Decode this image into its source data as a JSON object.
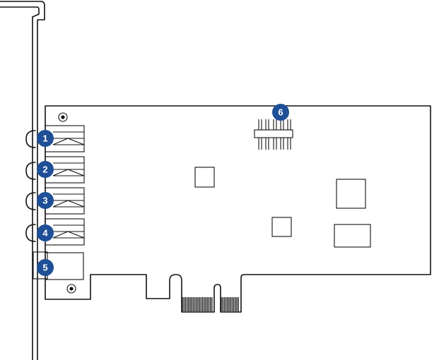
{
  "diagram": {
    "callouts": [
      {
        "id": "1",
        "label": "1"
      },
      {
        "id": "2",
        "label": "2"
      },
      {
        "id": "3",
        "label": "3"
      },
      {
        "id": "4",
        "label": "4"
      },
      {
        "id": "5",
        "label": "5"
      },
      {
        "id": "6",
        "label": "6"
      }
    ],
    "colors": {
      "callout_fill": "#1e4f97",
      "callout_text": "#ffffff",
      "line": "#111111",
      "background": "#ffffff"
    }
  }
}
